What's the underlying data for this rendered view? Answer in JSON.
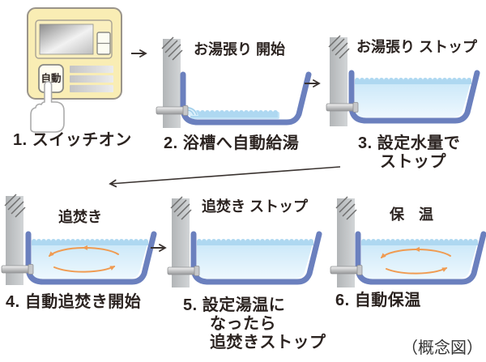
{
  "note": "（概念図）",
  "remote": {
    "auto_button_label": "自動"
  },
  "steps": [
    {
      "num_label": "1. スイッチオン",
      "caption_lines": []
    },
    {
      "num_label": "2. 浴槽へ自動給湯",
      "caption_lines": [
        "お湯張り",
        "開始"
      ]
    },
    {
      "num_label_lines": [
        "3. 設定水量で",
        "ストップ"
      ],
      "caption_lines": [
        "お湯張り",
        "ストップ"
      ]
    },
    {
      "num_label": "4. 自動追焚き開始",
      "caption_lines": [
        "追焚き"
      ]
    },
    {
      "num_label_lines": [
        "5. 設定湯温に",
        "なったら",
        "追焚きストップ"
      ],
      "caption_lines": [
        "追焚き",
        "ストップ"
      ]
    },
    {
      "num_label": "6. 自動保温",
      "caption_lines": [
        "保　温"
      ]
    }
  ],
  "colors": {
    "remote_body": "#f9edb4",
    "tub_outline": "#6b80be",
    "water_surface": "#aed8f1",
    "water_top": "#c9e7f8",
    "water_bottom": "#eef8fe",
    "wall_gray": "#bdc0c2",
    "circulation_orange": "#f09b51",
    "flow_arrow": "#3a3330",
    "text": "#2b2320"
  }
}
